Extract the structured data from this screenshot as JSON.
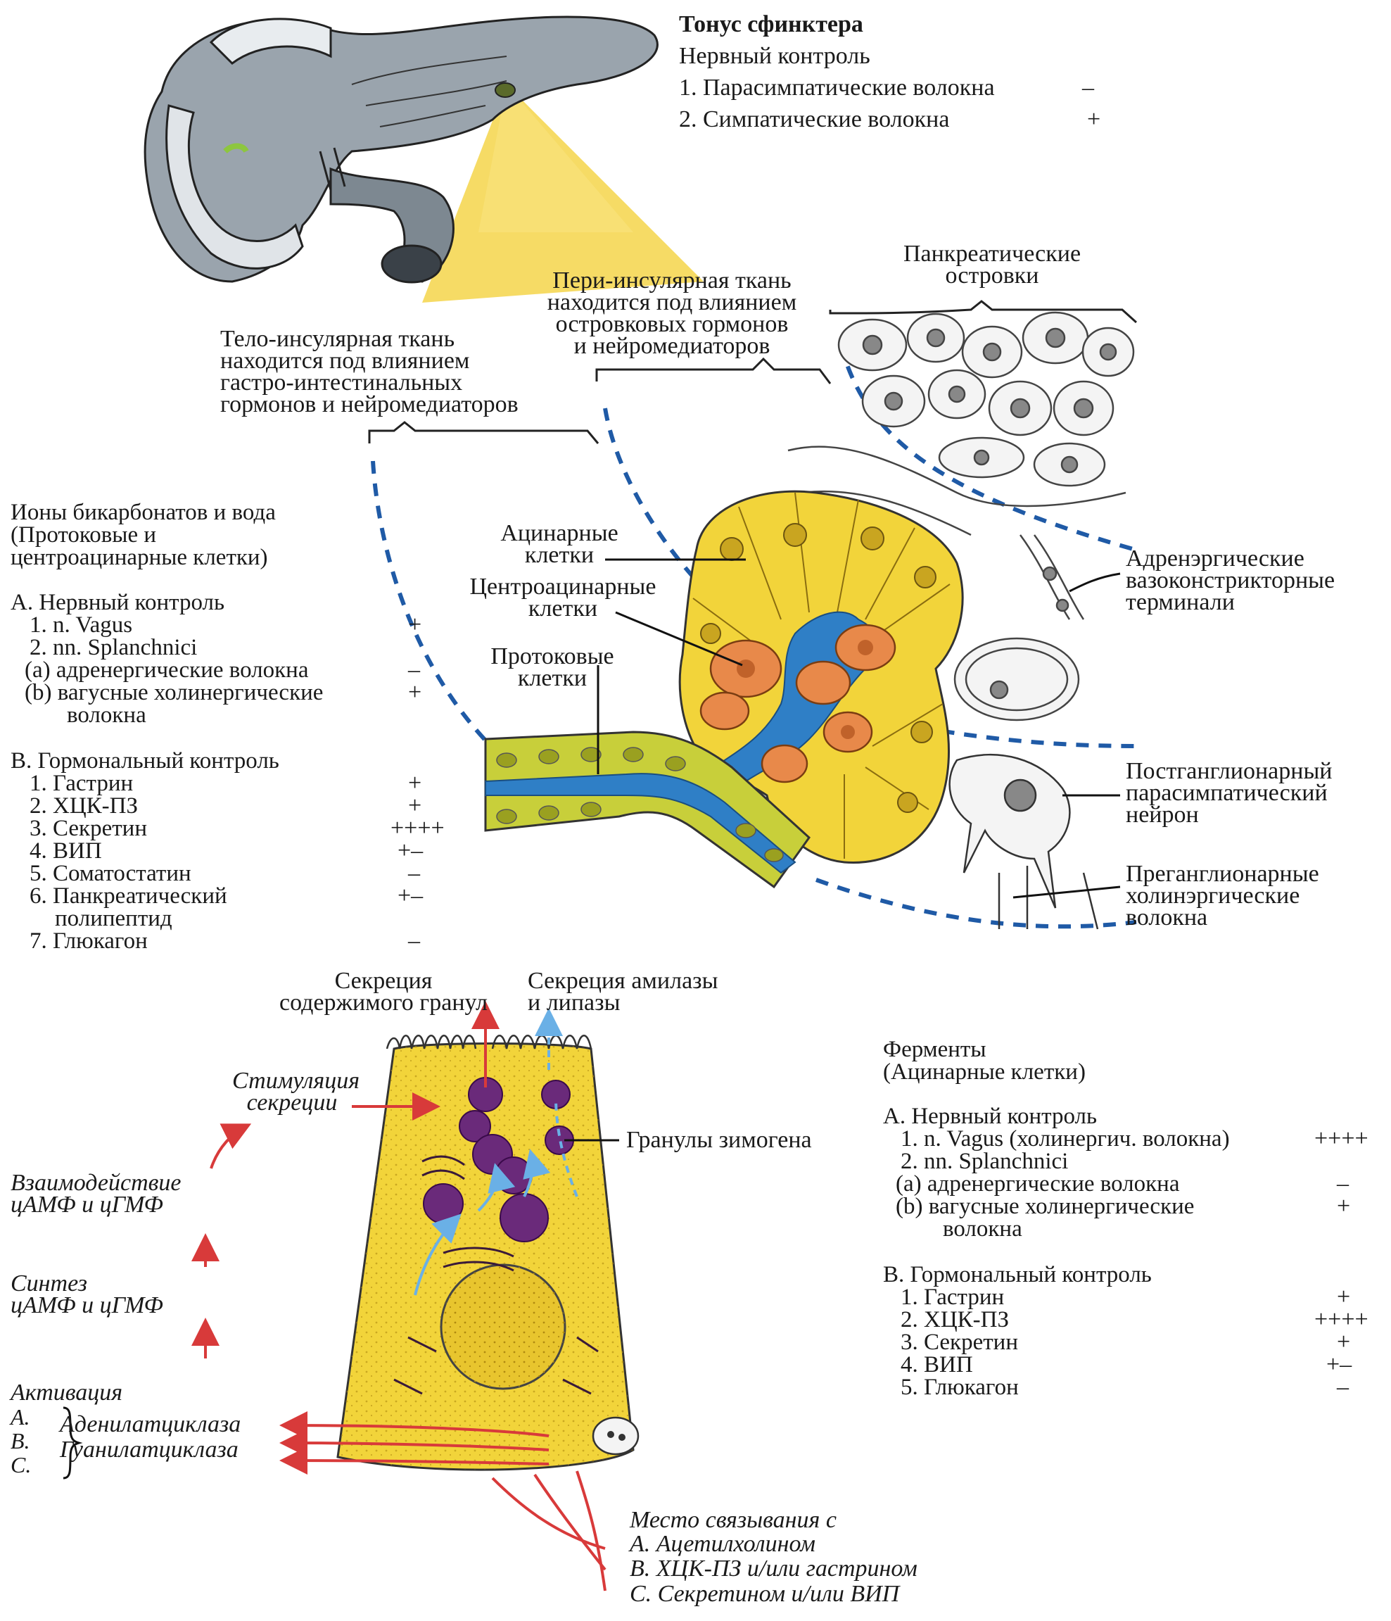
{
  "sphincter": {
    "title": "Тонус сфинктера",
    "subtitle": "Нервный контроль",
    "items": [
      {
        "label": "1. Парасимпатические волокна",
        "sign": "–"
      },
      {
        "label": "2. Симпатические волокна",
        "sign": "+"
      }
    ]
  },
  "zones": {
    "islets": "Панкреатические\nостровки",
    "peri_insular": "Пери-инсулярная ткань\nнаходится под влиянием\nостровковых гормонов\nи нейромедиаторов",
    "tele_insular": "Тело-инсулярная ткань\nнаходится под влиянием\nгастро-интестинальных\nгормонов и нейромедиаторов"
  },
  "cell_labels": {
    "acinar": "Ацинарные\nклетки",
    "centroacinar": "Центроацинарные\nклетки",
    "ductal": "Протоковые\nклетки",
    "adrenergic": "Адренэргические\nвазоконстрикторные\nтерминали",
    "postganglionic": "Постганглионарный\nпарасимпатический\nнейрон",
    "preganglionic": "Преганглионарные\nхолинэргические\nволокна"
  },
  "bicarbonate": {
    "title": "Ионы бикарбонатов и вода",
    "subtitle1": "(Протоковые и",
    "subtitle2": "центроацинарные клетки)",
    "nervous_title": "А. Нервный контроль",
    "nervous": [
      {
        "label": "1. n. Vagus",
        "sign": "+"
      },
      {
        "label": "2. nn. Splanchnici",
        "sign": ""
      },
      {
        "label": "(a) адренергические волокна",
        "sign": "–"
      },
      {
        "label": "(b) вагусные холинергические",
        "sign": "+"
      },
      {
        "label": "волокна",
        "sign": ""
      }
    ],
    "hormonal_title": "В. Гормональный контроль",
    "hormonal": [
      {
        "label": "1. Гастрин",
        "sign": "+"
      },
      {
        "label": "2. ХЦК-ПЗ",
        "sign": "+"
      },
      {
        "label": "3. Секретин",
        "sign": "++++"
      },
      {
        "label": "4. ВИП",
        "sign": "+–"
      },
      {
        "label": "5. Соматостатин",
        "sign": "–"
      },
      {
        "label": "6. Панкреатический",
        "sign": "+–"
      },
      {
        "label": "полипептид",
        "sign": ""
      },
      {
        "label": "7. Глюкагон",
        "sign": "–"
      }
    ]
  },
  "secretion": {
    "granules": "Секреция\nсодержимого гранул",
    "amylase": "Секреция амилазы\nи липазы",
    "stimulation": "Стимуляция\nсекреции",
    "zymogen": "Гранулы зимогена",
    "interaction": "Взаимодействие\nцАМФ и цГМФ",
    "synthesis": "Синтез\nцАМФ и цГМФ",
    "activation": "Активация",
    "abc": [
      "A.",
      "B.",
      "C."
    ],
    "adenylate": "Аденилатциклаза",
    "guanylate": "Гуанилатциклаза",
    "binding_title": "Место связывания с",
    "binding": [
      "A. Ацетилхолином",
      "B. ХЦК-ПЗ и/или гастрином",
      "C. Секретином и/или ВИП"
    ]
  },
  "enzymes": {
    "title": "Ферменты",
    "subtitle": "(Ацинарные клетки)",
    "nervous_title": "А. Нервный контроль",
    "nervous": [
      {
        "label": "1. n. Vagus (холинергич. волокна)",
        "sign": "++++"
      },
      {
        "label": "2. nn. Splanchnici",
        "sign": ""
      },
      {
        "label": "(a) адренергические волокна",
        "sign": "–"
      },
      {
        "label": "(b) вагусные холинергические",
        "sign": "+"
      },
      {
        "label": "волокна",
        "sign": ""
      }
    ],
    "hormonal_title": "В. Гормональный контроль",
    "hormonal": [
      {
        "label": "1. Гастрин",
        "sign": "+"
      },
      {
        "label": "2. ХЦК-ПЗ",
        "sign": "++++"
      },
      {
        "label": "3. Секретин",
        "sign": "+"
      },
      {
        "label": "4. ВИП",
        "sign": "+–"
      },
      {
        "label": "5. Глюкагон",
        "sign": "–"
      }
    ]
  },
  "colors": {
    "acinar": "#f2d43a",
    "duct": "#2f7fc6",
    "centroacinar": "#e8894a",
    "ductal_cell": "#c8cf3a",
    "granule": "#6a2a7a",
    "arrow_red": "#d83a3a",
    "arrow_blue": "#6ab0e6",
    "dash_blue": "#1f5aa6"
  }
}
